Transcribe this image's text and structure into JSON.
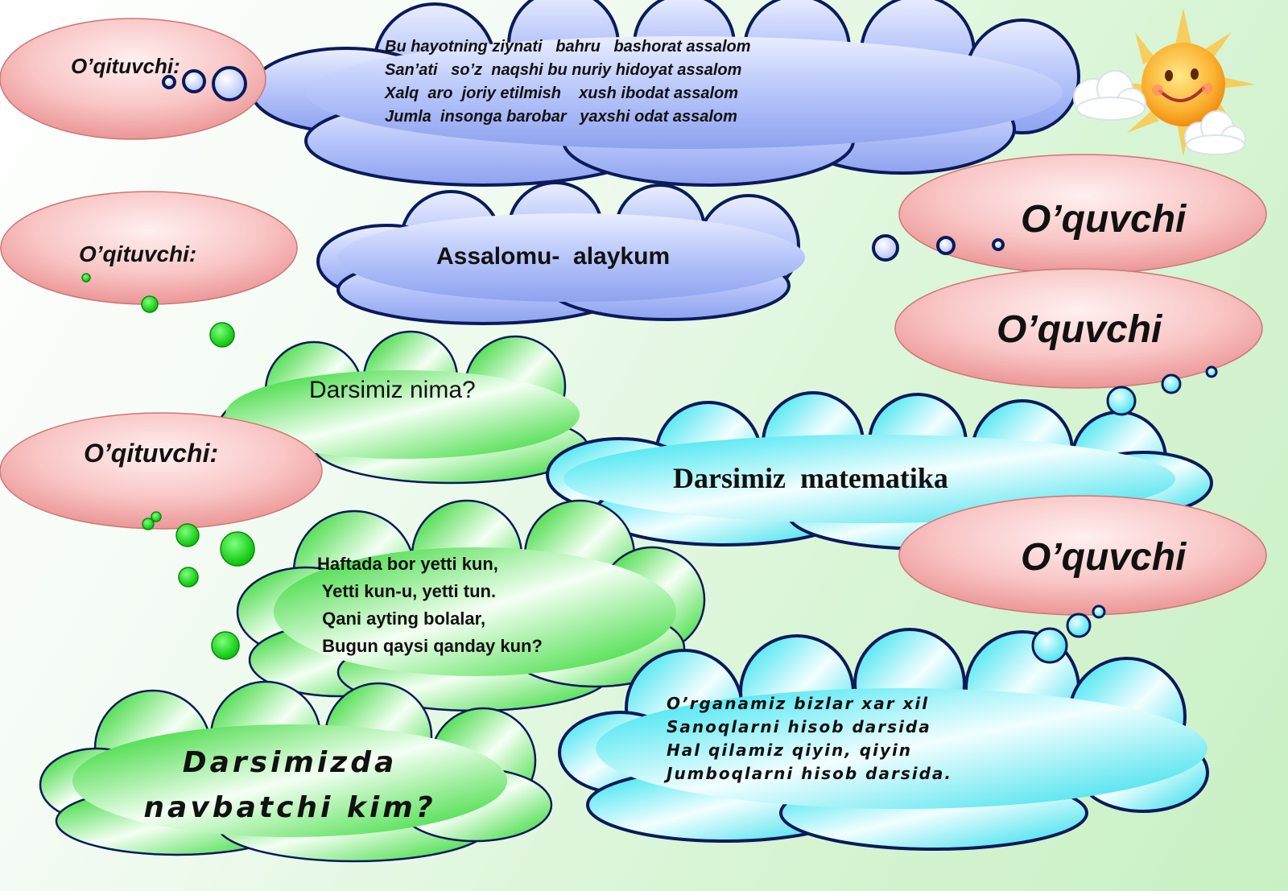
{
  "labels": {
    "teacher_1": "O’qituvchi:",
    "teacher_2": "O’qituvchi:",
    "teacher_3": "O’qituvchi:",
    "pupil_1": "O’quvchi",
    "pupil_2": "O’quvchi",
    "pupil_3": "O’quvchi"
  },
  "bubbles": {
    "poem_lines": [
      "Bu hayotning ziynati   bahru   bashorat assalom",
      "San’ati   so’z  naqshi bu nuriy hidoyat assalom",
      "Xalq  aro  joriy etilmish    xush ibodat assalom",
      "Jumla  insonga barobar   yaxshi odat assalom"
    ],
    "greeting": "Assalomu-  alaykum",
    "question": "Darsimiz nima?",
    "answer": "Darsimiz  matematika",
    "riddle_lines": [
      "Haftada bor yetti kun,",
      " Yetti kun-u, yetti tun.",
      " Qani ayting bolalar,",
      " Bugun qaysi qanday kun?"
    ],
    "math_poem_lines": [
      "O’rganamiz bizlar xar xil",
      "Sanoqlarni hisob darsida",
      "Hal qilamiz qiyin, qiyin",
      "Jumboqlarni hisob darsida."
    ],
    "duty_lines": [
      "Darsimizda",
      "navbatchi kim?"
    ]
  },
  "icons": [
    "sun-icon",
    "cloud-icon"
  ],
  "colors": {
    "pink_oval": "#f7b3b3",
    "blue_cloud": "#a8b8f5",
    "green_cloud": "#2ee62e",
    "cyan_cloud": "#33e6f2",
    "outline": "#0a1a5a"
  }
}
